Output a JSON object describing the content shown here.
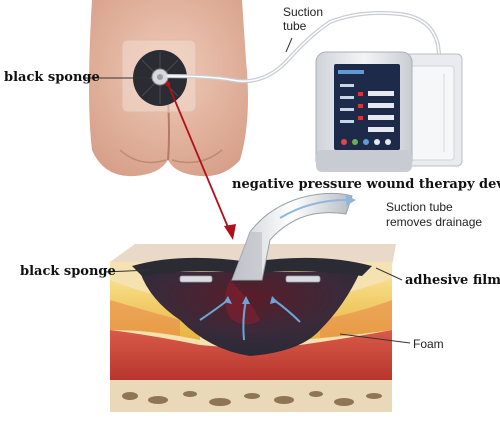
{
  "labels": {
    "black_sponge_top": "black sponge",
    "suction_tube_top_line1": "Suction",
    "suction_tube_top_line2": "tube",
    "device": "negative pressure wound therapy device",
    "suction_removes_line1": "Suction tube",
    "suction_removes_line2": "removes drainage",
    "black_sponge_mid": "black sponge",
    "adhesive_film": "adhesive film",
    "foam": "Foam"
  },
  "colors": {
    "arrow": "#b0101a",
    "skin": "#e3b7a3",
    "sponge": "#2b2b33",
    "fat_layer": "#f0c85a",
    "muscle_layer": "#c8463c",
    "device_body": "#e6e8ec",
    "device_screen": "#1d2a4a"
  },
  "icons": [
    "suction-port-icon",
    "device-screen-icon",
    "flow-arrow-icon"
  ]
}
